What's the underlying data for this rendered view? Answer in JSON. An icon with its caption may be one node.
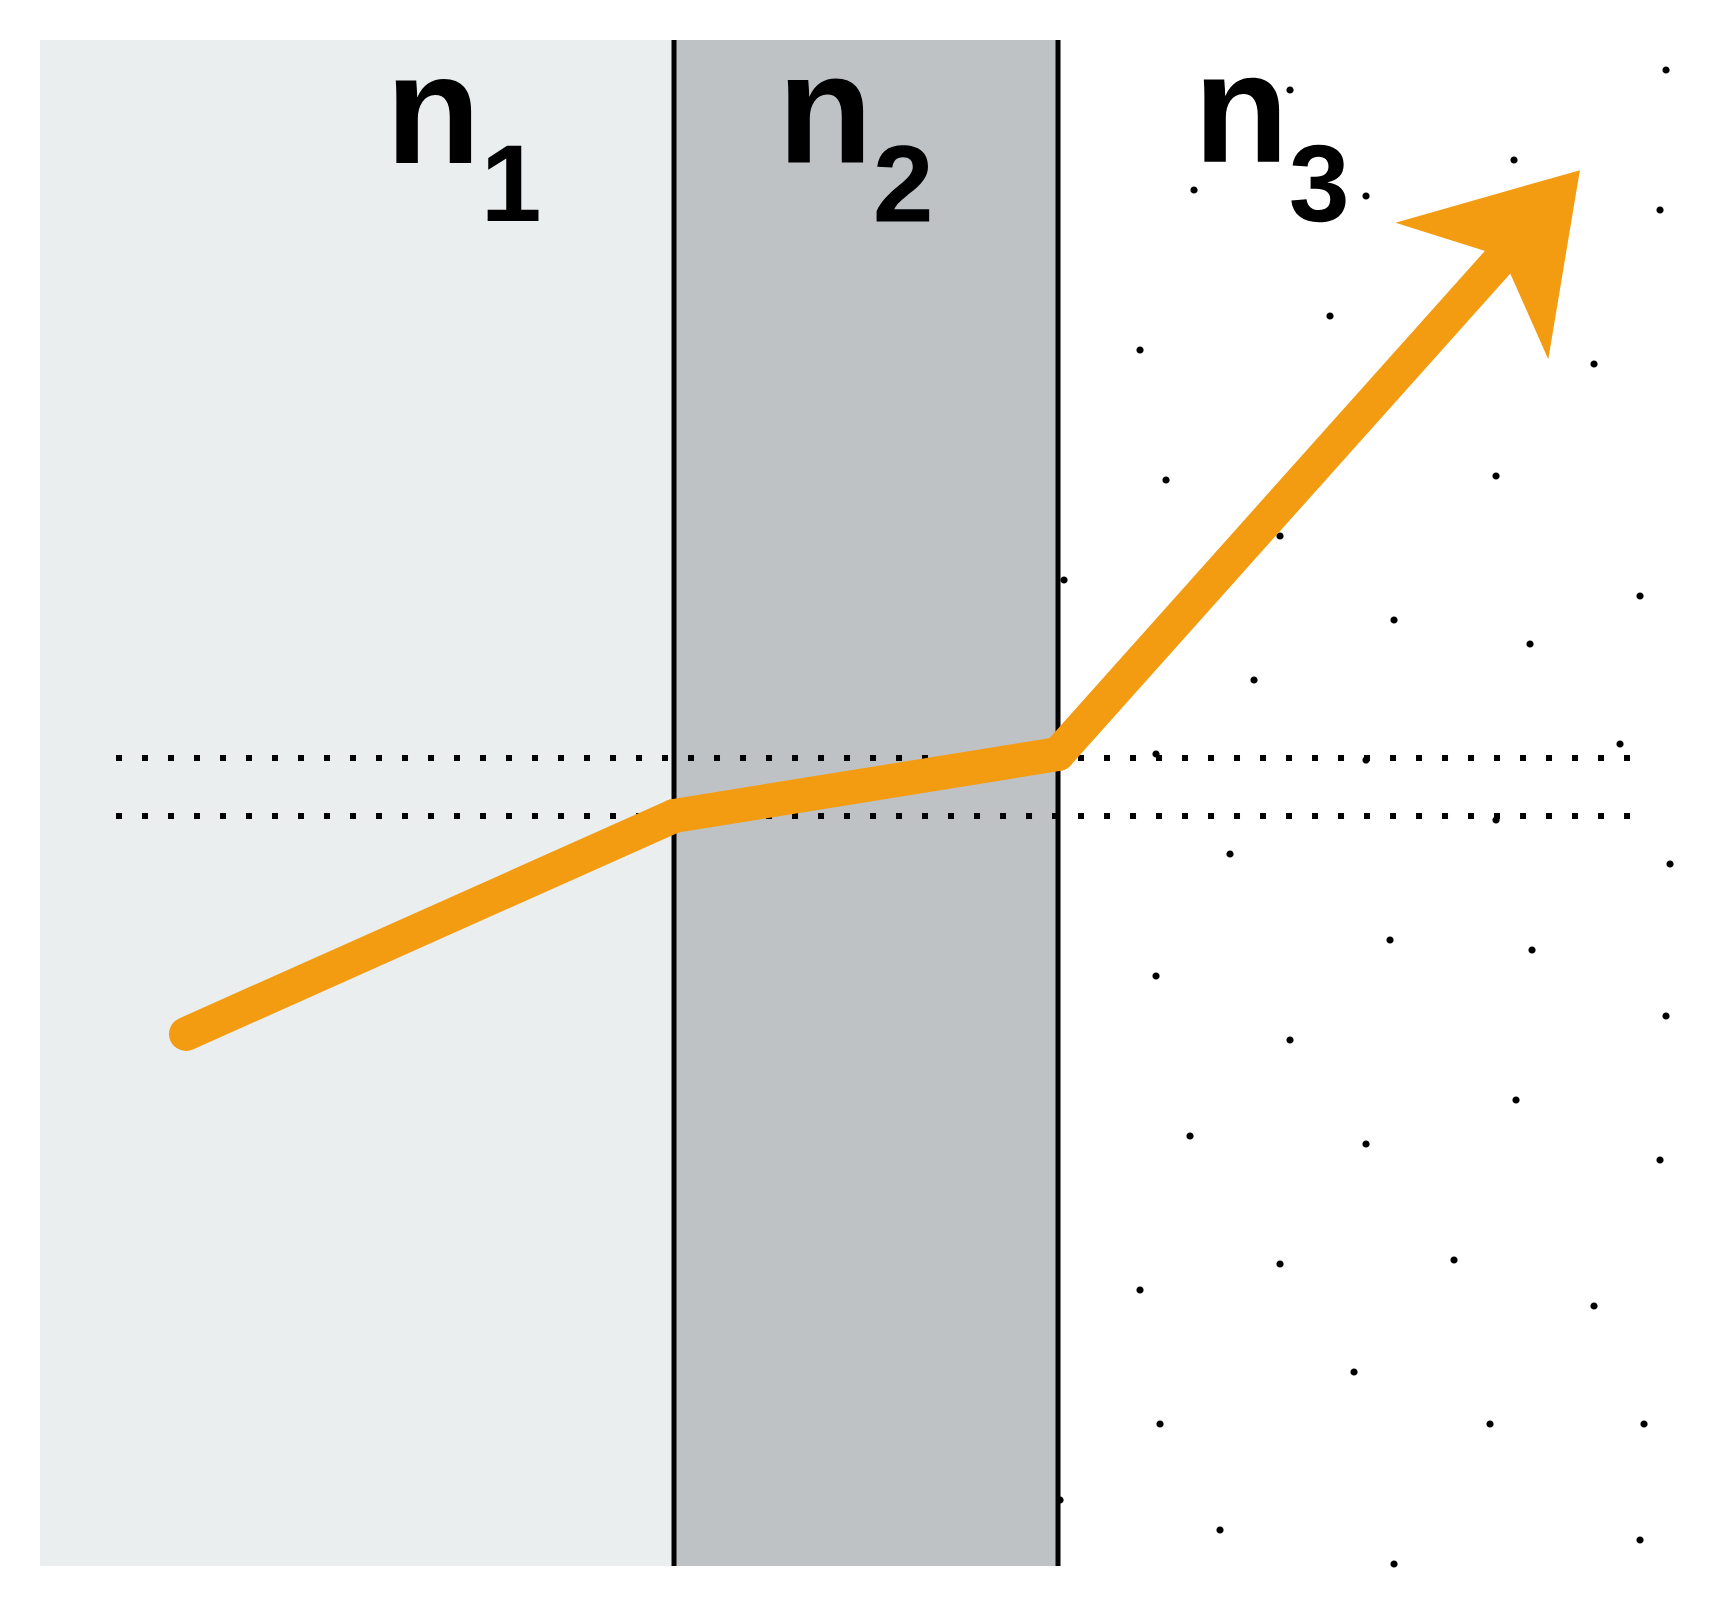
{
  "diagram": {
    "nodes": [
      {
        "text": [
          "n$_{1}$"
        ]
      },
      {
        "text": [
          "n$_{2}$"
        ]
      },
      {
        "text": [
          "n$_{3}$"
        ]
      }
    ],
    "edges": [
      {
        "from": 0,
        "to": 1,
        "arrow": "none"
      },
      {
        "from": 1,
        "to": 2,
        "arrow": "none"
      },
      {
        "from": 2,
        "to": null,
        "arrow": "to"
      }
    ]
  }
}
